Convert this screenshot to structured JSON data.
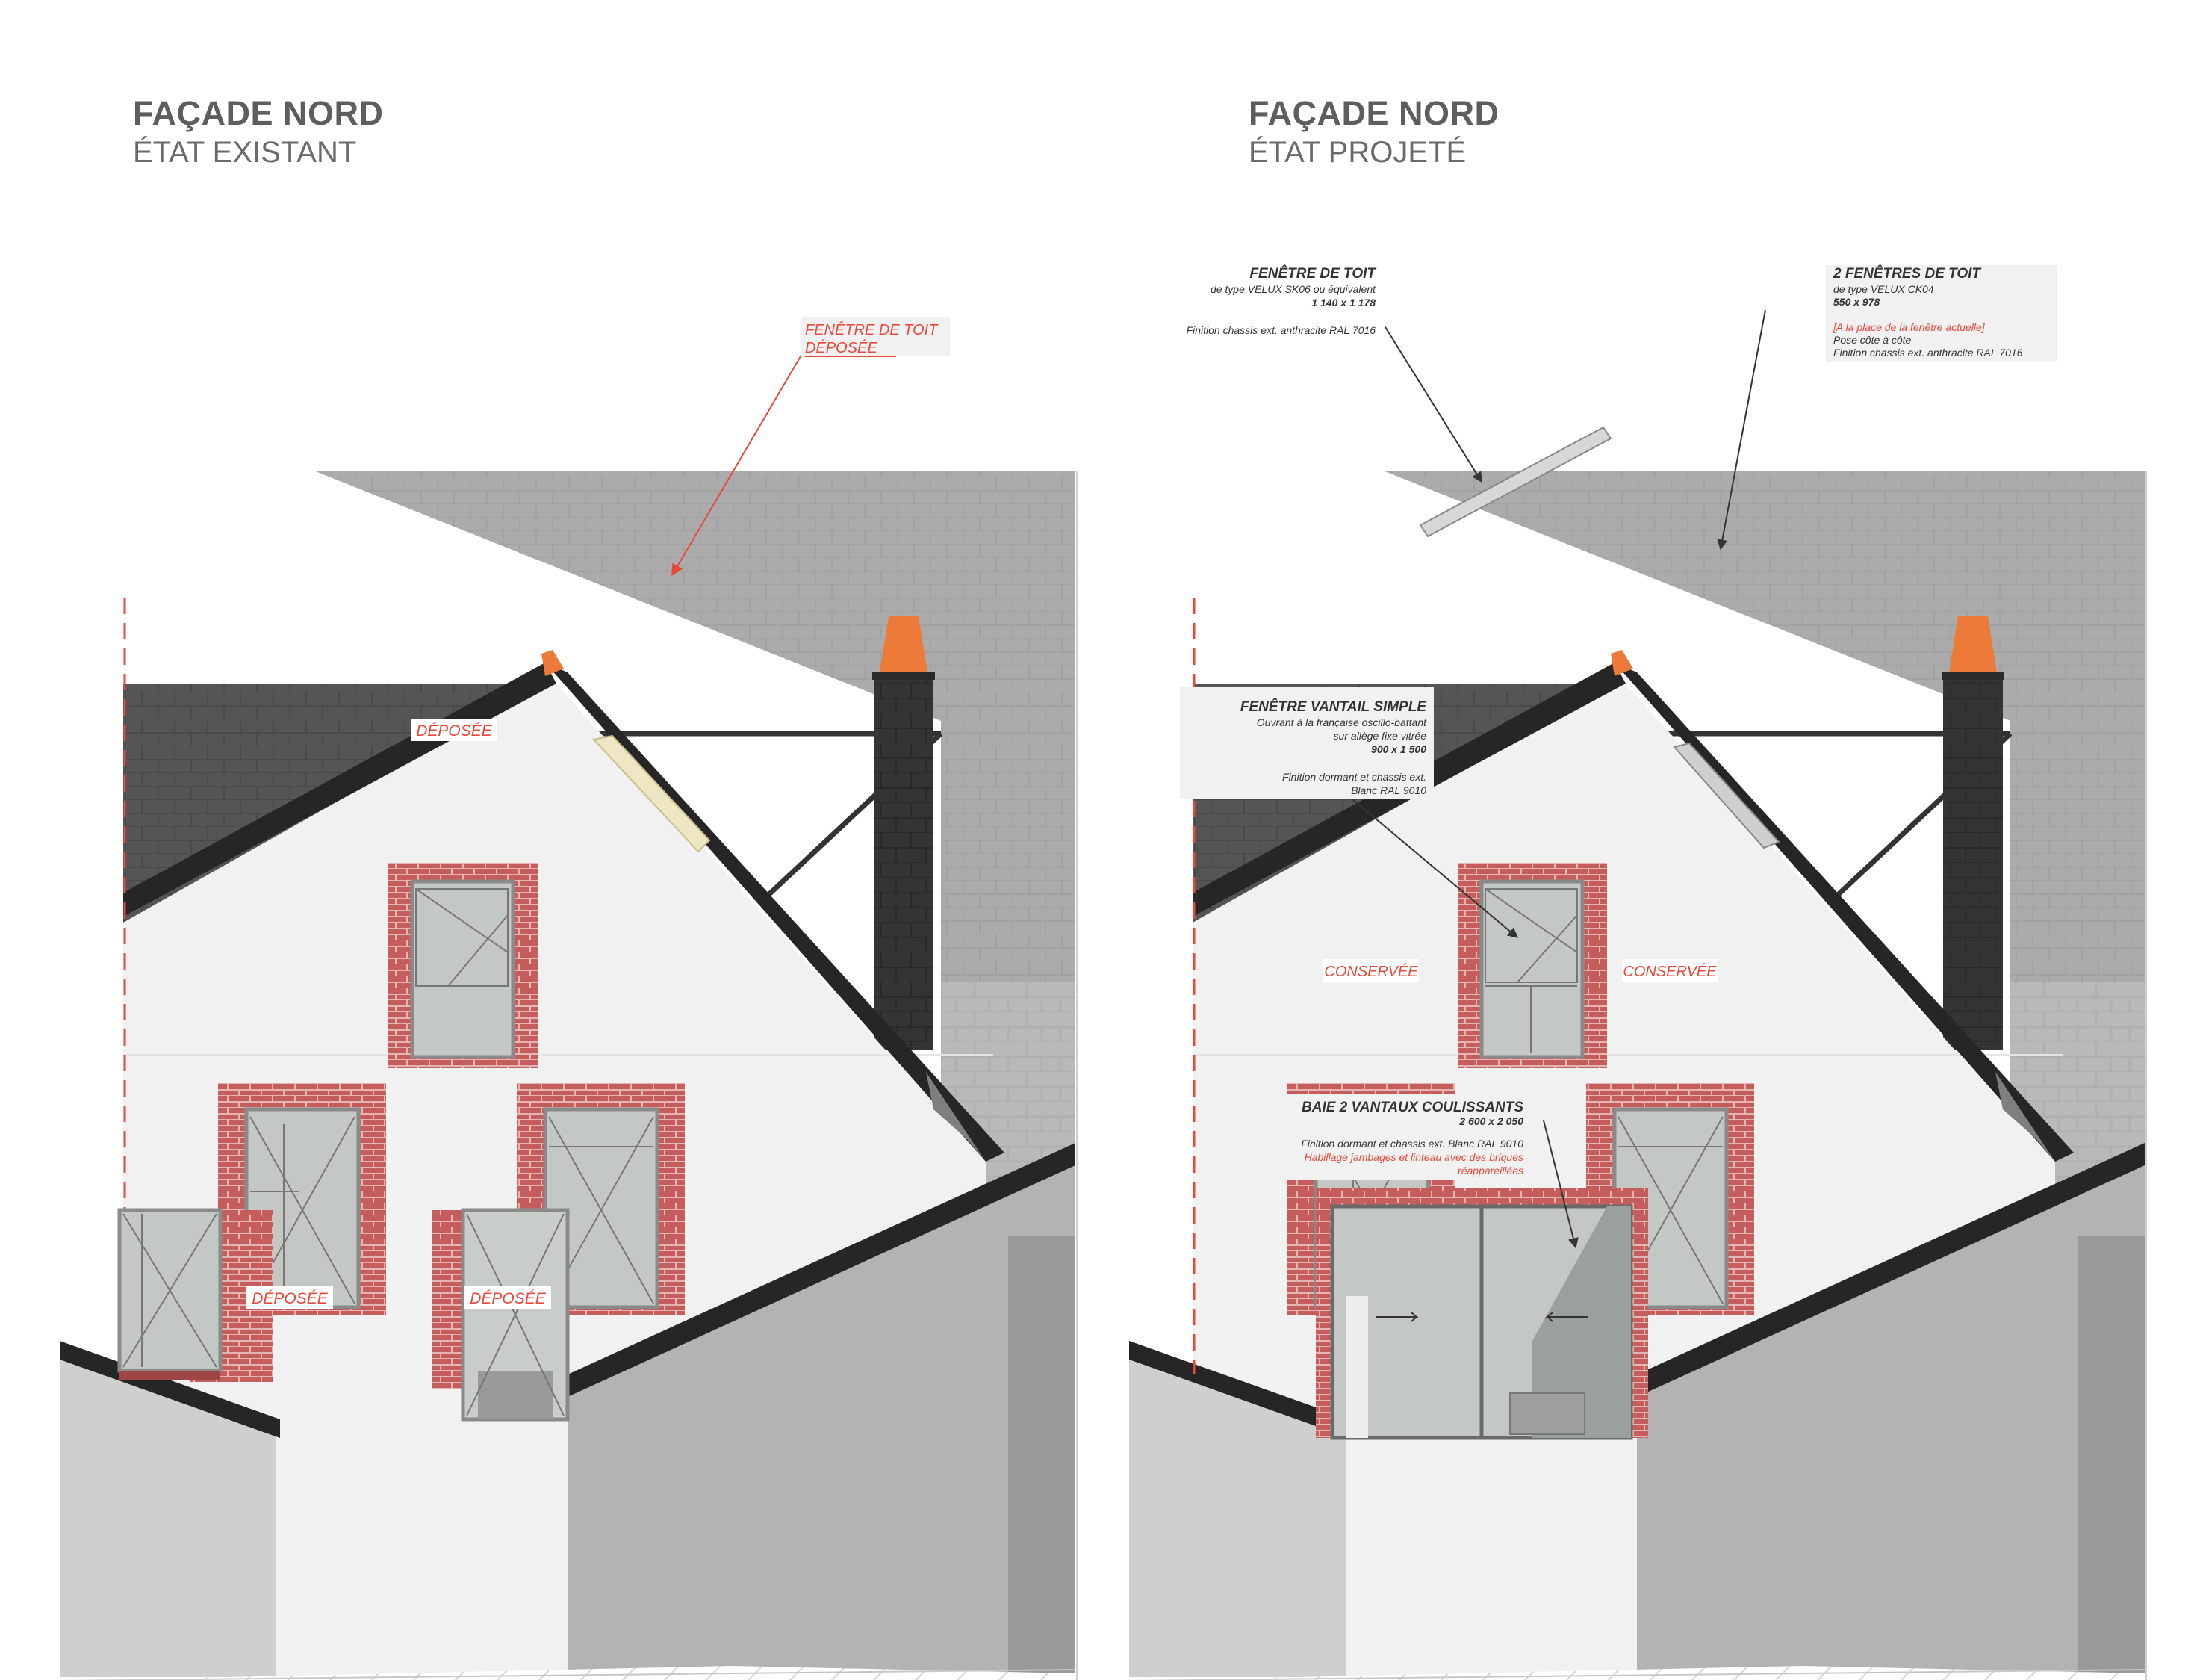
{
  "left": {
    "title": "FAÇADE NORD",
    "subtitle": "ÉTAT EXISTANT",
    "roof_window_label": [
      "FENÊTRE DE TOIT",
      "DÉPOSÉE"
    ],
    "tags": {
      "attic_window": "DÉPOSÉE",
      "ground_window": "DÉPOSÉE",
      "ground_door": "DÉPOSÉE"
    }
  },
  "right": {
    "title": "FAÇADE NORD",
    "subtitle": "ÉTAT PROJETÉ",
    "tags": {
      "first_left": "CONSERVÉE",
      "first_right": "CONSERVÉE"
    },
    "notes": {
      "velux_single": {
        "title": "FENÊTRE DE TOIT",
        "lines": [
          "de type VELUX SK06 ou équivalent",
          "1 140 x 1 178",
          "",
          "Finition chassis ext. anthracite RAL 7016"
        ]
      },
      "velux_double": {
        "title": "2 FENÊTRES DE TOIT",
        "lines": [
          "de type VELUX CK04",
          "550 x 978",
          "",
          "Pose côte à côte",
          "Finition chassis ext. anthracite RAL 7016"
        ],
        "red_line": "[A la place de la fenêtre actuelle]"
      },
      "single_sash": {
        "title": "FENÊTRE VANTAIL SIMPLE",
        "lines": [
          "Ouvrant à la française oscillo-battant",
          "sur allège fixe vitrée",
          "900 x 1 500",
          "",
          "Finition dormant et chassis ext.",
          "Blanc RAL 9010"
        ]
      },
      "sliding_bay": {
        "title": "BAIE 2 VANTAUX COULISSANTS",
        "lines": [
          "2 600 x 2 050",
          "",
          "Finition dormant et chassis ext. Blanc RAL 9010"
        ],
        "red_lines": [
          "Habillage jambages et linteau avec des briques",
          "réappareillées"
        ]
      }
    }
  },
  "colors": {
    "slate_dark": "#555555",
    "slate_light": "#a9a9a9",
    "wall_white": "#f1f1f1",
    "brick": "#c25b5b",
    "glass": "#bdc2bf",
    "chimney": "#343434",
    "chimney_pot": "#ee7a3a",
    "annotation_red": "#e8493a"
  }
}
